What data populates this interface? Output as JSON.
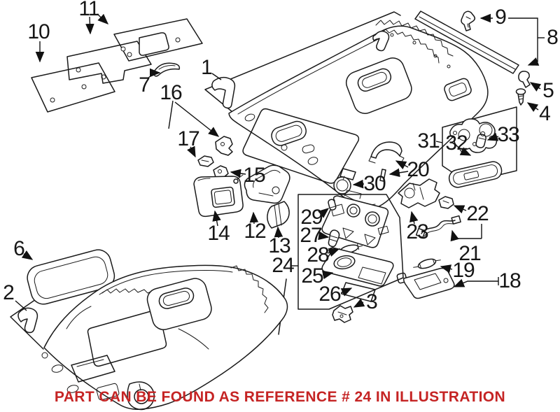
{
  "figure": {
    "description": "Exploded line-art parts diagram of vehicle headliner, insulation pads, sun visors and overhead console",
    "background": "#ffffff",
    "line_color": "#1a1a1a"
  },
  "callouts": [
    {
      "label": "1"
    },
    {
      "label": "2"
    },
    {
      "label": "3"
    },
    {
      "label": "4"
    },
    {
      "label": "5"
    },
    {
      "label": "6"
    },
    {
      "label": "7"
    },
    {
      "label": "8"
    },
    {
      "label": "9"
    },
    {
      "label": "10"
    },
    {
      "label": "11"
    },
    {
      "label": "12"
    },
    {
      "label": "13"
    },
    {
      "label": "14"
    },
    {
      "label": "15"
    },
    {
      "label": "16"
    },
    {
      "label": "17"
    },
    {
      "label": "18"
    },
    {
      "label": "19"
    },
    {
      "label": "20"
    },
    {
      "label": "21"
    },
    {
      "label": "22"
    },
    {
      "label": "23"
    },
    {
      "label": "24"
    },
    {
      "label": "25"
    },
    {
      "label": "26"
    },
    {
      "label": "27"
    },
    {
      "label": "28"
    },
    {
      "label": "29"
    },
    {
      "label": "30"
    },
    {
      "label": "31"
    },
    {
      "label": "32"
    },
    {
      "label": "33"
    }
  ],
  "footer": {
    "text": "PART CAN BE FOUND AS REFERENCE # 24 IN ILLUSTRATION",
    "color": "#c52424",
    "referenced_callout": "24"
  }
}
